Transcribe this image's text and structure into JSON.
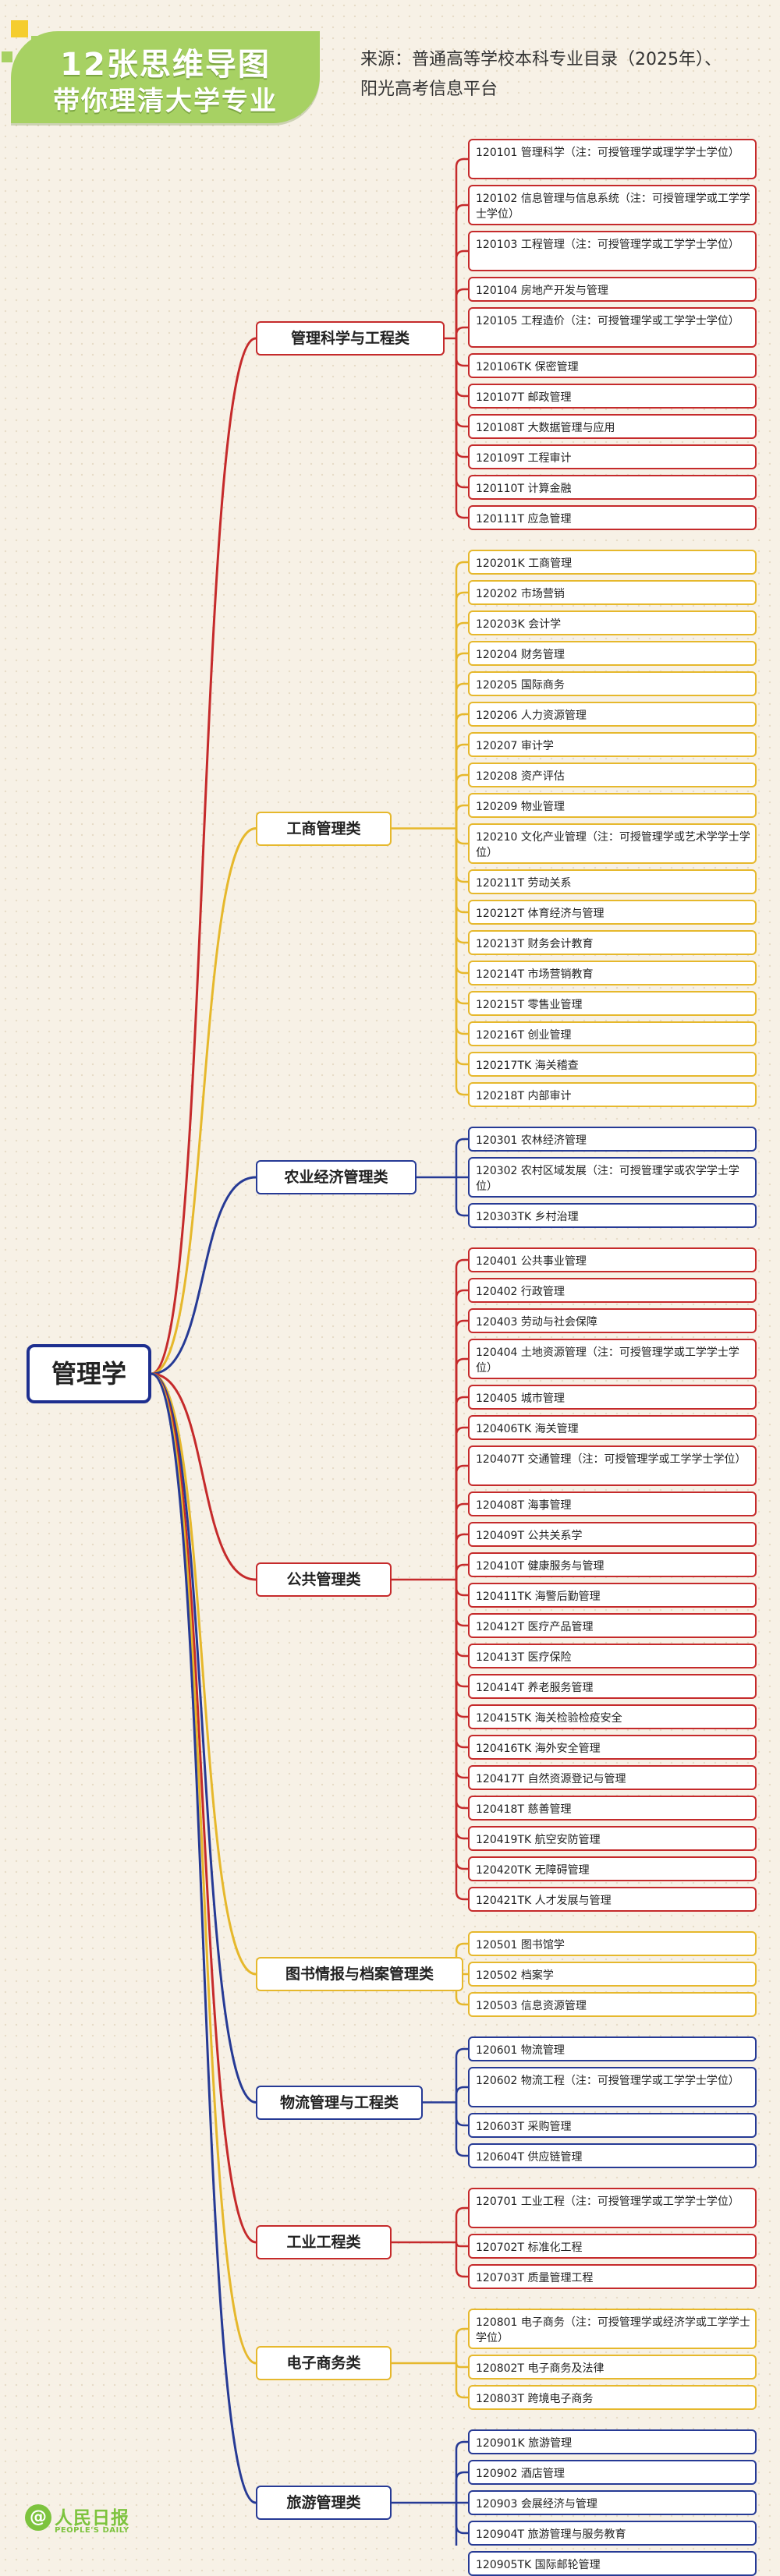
{
  "header": {
    "title_line1": "12张思维导图",
    "title_line2": "带你理清大学专业",
    "source_line1": "来源：普通高等学校本科专业目录（2025年）、",
    "source_line2": "阳光高考信息平台"
  },
  "root": {
    "label": "管理学"
  },
  "colors": {
    "red": "#c52a2b",
    "yellow": "#e6b82c",
    "blue": "#263a95",
    "green": "#a7d163",
    "background": "#f7f1e6"
  },
  "categories": [
    {
      "label": "管理科学与工程类",
      "color": "red",
      "items": [
        "120101 管理科学（注：可授管理学或理学学士学位）",
        "120102 信息管理与信息系统（注：可授管理学或工学学士学位）",
        "120103 工程管理（注：可授管理学或工学学士学位）",
        "120104 房地产开发与管理",
        "120105 工程造价（注：可授管理学或工学学士学位）",
        "120106TK 保密管理",
        "120107T 邮政管理",
        "120108T 大数据管理与应用",
        "120109T 工程审计",
        "120110T 计算金融",
        "120111T 应急管理"
      ]
    },
    {
      "label": "工商管理类",
      "color": "yellow",
      "items": [
        "120201K 工商管理",
        "120202 市场营销",
        "120203K 会计学",
        "120204 财务管理",
        "120205 国际商务",
        "120206 人力资源管理",
        "120207 审计学",
        "120208 资产评估",
        "120209 物业管理",
        "120210 文化产业管理（注：可授管理学或艺术学学士学位）",
        "120211T 劳动关系",
        "120212T 体育经济与管理",
        "120213T 财务会计教育",
        "120214T 市场营销教育",
        "120215T 零售业管理",
        "120216T 创业管理",
        "120217TK 海关稽查",
        "120218T 内部审计"
      ]
    },
    {
      "label": "农业经济管理类",
      "color": "blue",
      "items": [
        "120301 农林经济管理",
        "120302 农村区域发展（注：可授管理学或农学学士学位）",
        "120303TK 乡村治理"
      ]
    },
    {
      "label": "公共管理类",
      "color": "red",
      "items": [
        "120401 公共事业管理",
        "120402 行政管理",
        "120403 劳动与社会保障",
        "120404 土地资源管理（注：可授管理学或工学学士学位）",
        "120405 城市管理",
        "120406TK 海关管理",
        "120407T 交通管理（注：可授管理学或工学学士学位）",
        "120408T 海事管理",
        "120409T 公共关系学",
        "120410T 健康服务与管理",
        "120411TK 海警后勤管理",
        "120412T 医疗产品管理",
        "120413T 医疗保险",
        "120414T 养老服务管理",
        "120415TK 海关检验检疫安全",
        "120416TK 海外安全管理",
        "120417T 自然资源登记与管理",
        "120418T 慈善管理",
        "120419TK 航空安防管理",
        "120420TK 无障碍管理",
        "120421TK 人才发展与管理"
      ]
    },
    {
      "label": "图书情报与档案管理类",
      "color": "yellow",
      "items": [
        "120501 图书馆学",
        "120502 档案学",
        "120503 信息资源管理"
      ]
    },
    {
      "label": "物流管理与工程类",
      "color": "blue",
      "items": [
        "120601 物流管理",
        "120602 物流工程（注：可授管理学或工学学士学位）",
        "120603T 采购管理",
        "120604T 供应链管理"
      ]
    },
    {
      "label": "工业工程类",
      "color": "red",
      "items": [
        "120701 工业工程（注：可授管理学或工学学士学位）",
        "120702T 标准化工程",
        "120703T 质量管理工程"
      ]
    },
    {
      "label": "电子商务类",
      "color": "yellow",
      "items": [
        "120801 电子商务（注：可授管理学或经济学或工学学士学位）",
        "120802T 电子商务及法律",
        "120803T 跨境电子商务"
      ]
    },
    {
      "label": "旅游管理类",
      "color": "blue",
      "items": [
        "120901K 旅游管理",
        "120902 酒店管理",
        "120903 会展经济与管理",
        "120904T 旅游管理与服务教育",
        "120905TK 国际邮轮管理"
      ]
    }
  ],
  "footer": {
    "logo_text": "人民日报",
    "logo_en": "PEOPLE'S DAILY",
    "logo_icon": "at-sign-icon"
  }
}
